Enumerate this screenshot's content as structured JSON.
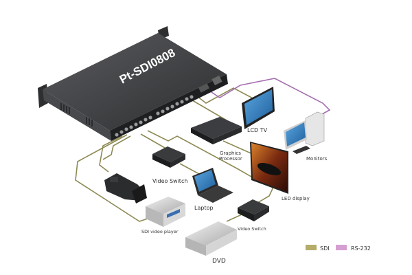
{
  "device": {
    "model_label": "Pt-SDI0808"
  },
  "nodes": {
    "lcd_tv": "LCD TV",
    "graphics_processor_line1": "Graphics",
    "graphics_processor_line2": "Processor",
    "monitors": "Monitors",
    "led_display": "LED display",
    "video_switch_top": "Video Switch",
    "laptop": "Laptop",
    "sdi_video_player": "SDI video player",
    "video_switch_bottom": "Video Switch",
    "dvd": "DVD"
  },
  "legend": {
    "items": [
      {
        "label": "SDI",
        "color": "#b5ac68"
      },
      {
        "label": "RS-232",
        "color": "#d49fd0"
      }
    ]
  },
  "colors": {
    "sdi_cable": "#8d8a55",
    "rs232_cable": "#a56fb0",
    "device_dark": "#3a3b3d",
    "screen_blue": "#3b86c8"
  }
}
